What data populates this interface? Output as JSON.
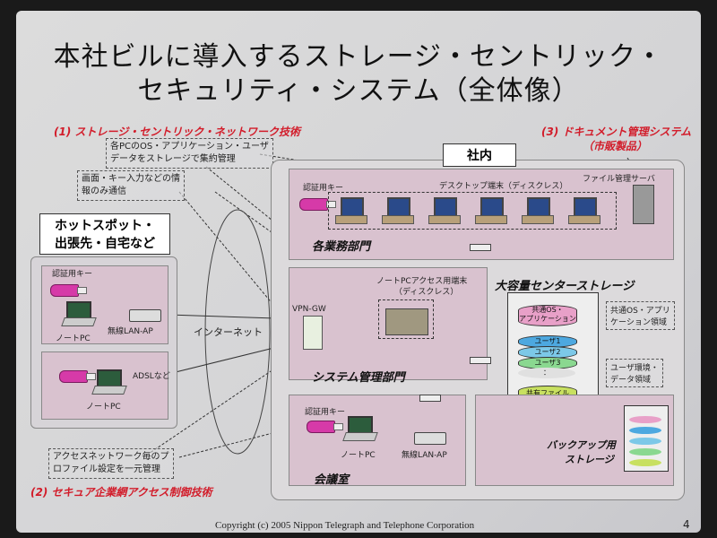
{
  "title_line1": "本社ビルに導入するストレージ・セントリック・",
  "title_line2": "セキュリティ・システム（全体像）",
  "label1": "(1) ストレージ・セントリック・ネットワーク技術",
  "note1a": "各PCのOS・アプリケーション・ユーザ",
  "note1b": "データをストレージで集約管理",
  "note2a": "画面・キー入力などの情",
  "note2b": "報のみ通信",
  "label3a": "(3) ドキュメント管理システム",
  "label3b": "（市販製品）",
  "hotspot_a": "ホットスポット・",
  "hotspot_b": "出張先・自宅など",
  "auth_key": "認証用キー",
  "notepc": "ノートPC",
  "wireless_ap": "無線LAN-AP",
  "adsl": "ADSLなど",
  "internet": "インターネット",
  "shanai": "社内",
  "desktop_label": "デスクトップ端末（ディスクレス）",
  "file_server": "ファイル管理サーバ",
  "gyomu": "各業務部門",
  "notepc_access_a": "ノートPCアクセス用端末",
  "notepc_access_b": "（ディスクレス）",
  "vpn_gw": "VPN-GW",
  "storage_title": "大容量センターストレージ",
  "disk_common_a": "共通OS・",
  "disk_common_b": "アプリケーション",
  "disk_user1": "ユーザ1",
  "disk_user2": "ユーザ2",
  "disk_user3": "ユーザ3",
  "disk_dots": "：",
  "disk_shared": "共有ファイル",
  "area_common_a": "共通OS・アプリ",
  "area_common_b": "ケーション領域",
  "area_user_a": "ユーザ環境・",
  "area_user_b": "データ領域",
  "sysmgmt": "システム管理部門",
  "kaigi": "会議室",
  "backup_a": "バックアップ用",
  "backup_b": "ストレージ",
  "note3a": "アクセスネットワーク毎のプ",
  "note3b": "ロファイル設定を一元管理",
  "label2": "(2) セキュア企業網アクセス制御技術",
  "copyright": "Copyright (c) 2005 Nippon Telegraph and Telephone Corporation",
  "page_no": "4"
}
